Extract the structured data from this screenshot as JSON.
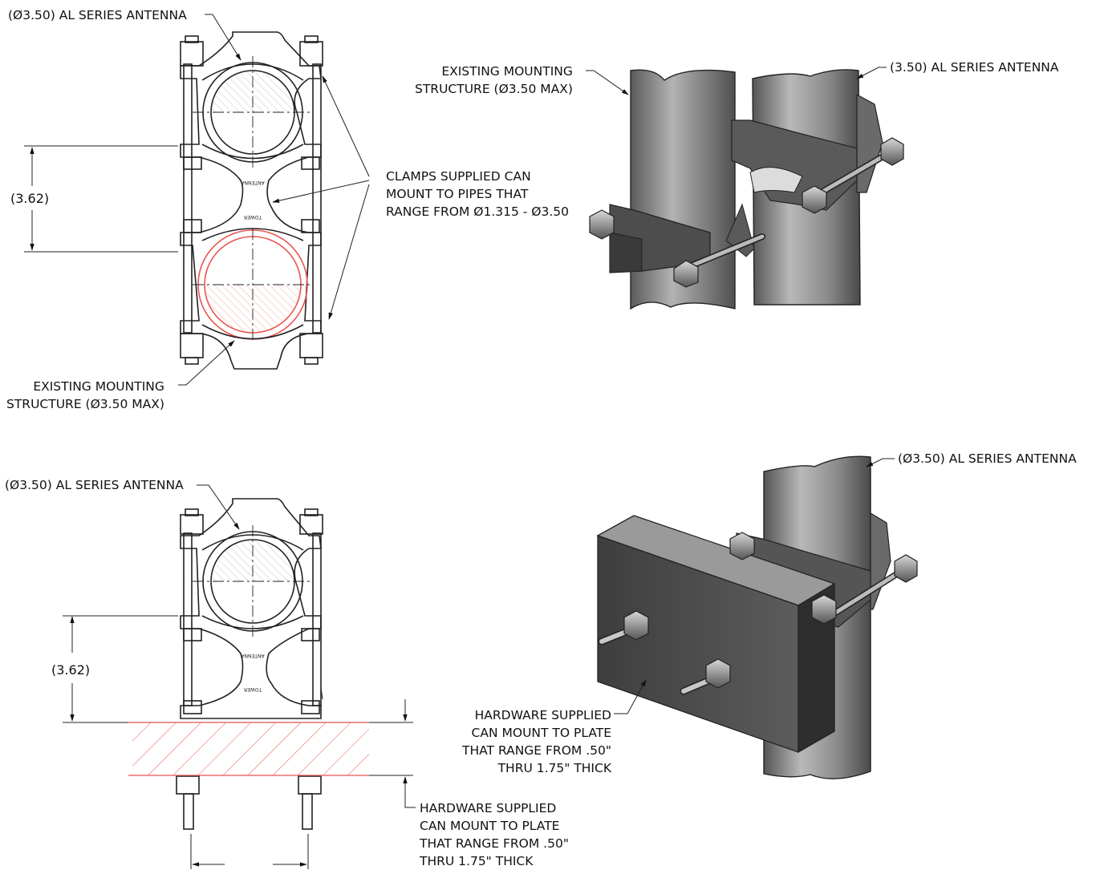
{
  "top_section": {
    "antenna_label": "(Ø3.50) AL SERIES ANTENNA",
    "dimension": "(3.62)",
    "clamps_note": [
      "CLAMPS SUPPLIED CAN",
      "MOUNT TO PIPES THAT",
      "RANGE FROM Ø1.315 - Ø3.50"
    ],
    "structure_note": [
      "EXISTING MOUNTING",
      "STRUCTURE (Ø3.50 MAX)"
    ],
    "iso_structure_note": [
      "EXISTING MOUNTING",
      "STRUCTURE (Ø3.50 MAX)"
    ],
    "iso_antenna_label": "(3.50) AL SERIES ANTENNA",
    "bracket_text_top": "ANTENNA",
    "bracket_text_bottom": "TOWER"
  },
  "bottom_section": {
    "antenna_label": "(Ø3.50) AL SERIES ANTENNA",
    "dimension": "(3.62)",
    "hardware_note": [
      "HARDWARE SUPPLIED",
      "CAN MOUNT TO PLATE",
      "THAT RANGE FROM .50\"",
      "THRU 1.75\" THICK"
    ],
    "iso_antenna_label": "(Ø3.50) AL SERIES ANTENNA",
    "iso_hardware_note": [
      "HARDWARE SUPPLIED",
      "CAN MOUNT TO PLATE",
      "THAT RANGE FROM .50\"",
      "THRU 1.75\" THICK"
    ],
    "bracket_text_top": "ANTENNA",
    "bracket_text_bottom": "TOWER"
  },
  "colors": {
    "line": "#222222",
    "red": "#e8554e",
    "metal_dark": "#3a3a3a",
    "metal_light": "#b0b0b0"
  }
}
